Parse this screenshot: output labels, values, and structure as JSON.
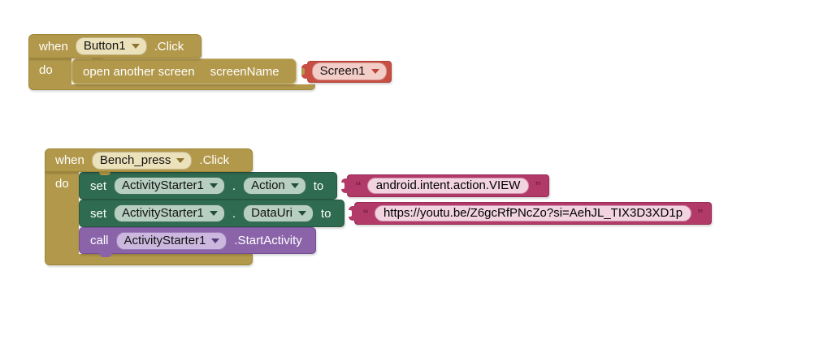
{
  "colors": {
    "event_gold": "#b2984a",
    "setter_green": "#2f6b50",
    "call_purple": "#8a63a9",
    "string_crimson": "#b23a68",
    "string_pill_pink": "#f2d4e0",
    "screen_red": "#c74f44",
    "dropdown_cream": "#ebe1bb"
  },
  "quotes": {
    "open": "“",
    "close": "”"
  },
  "b1": {
    "when": "when",
    "component": "Button1",
    "event": ".Click",
    "do": "do",
    "stmt_text": "open another screen",
    "param_label": "screenName",
    "screen": {
      "label": "Screen1"
    }
  },
  "b2": {
    "when": "when",
    "component": "Bench_press",
    "event": ".Click",
    "do": "do",
    "set1": {
      "kw": "set",
      "component": "ActivityStarter1",
      "dot": ".",
      "property": "Action",
      "to": "to",
      "value": "android.intent.action.VIEW"
    },
    "set2": {
      "kw": "set",
      "component": "ActivityStarter1",
      "dot": ".",
      "property": "DataUri",
      "to": "to",
      "value": "https://youtu.be/Z6gcRfPNcZo?si=AehJL_TIX3D3XD1p"
    },
    "call": {
      "kw": "call",
      "component": "ActivityStarter1",
      "method": ".StartActivity"
    }
  }
}
